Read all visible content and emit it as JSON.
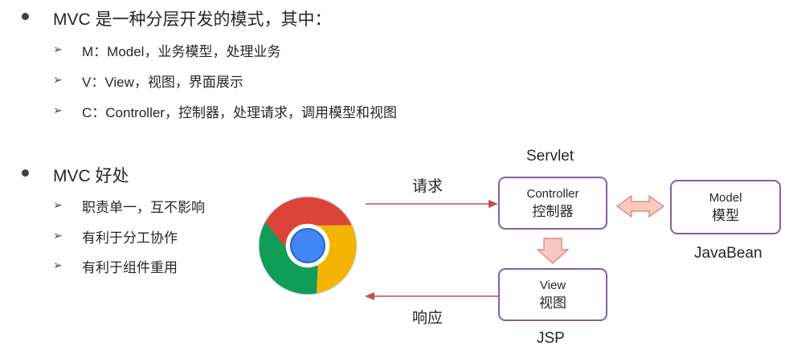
{
  "section1": {
    "title": "MVC 是一种分层开发的模式，其中：",
    "items": [
      "M：Model，业务模型，处理业务",
      "V：View，视图，界面展示",
      "C：Controller，控制器，处理请求，调用模型和视图"
    ]
  },
  "section2": {
    "title": "MVC 好处",
    "items": [
      "职责单一，互不影响",
      "有利于分工协作",
      "有利于组件重用"
    ]
  },
  "diagram": {
    "servlet_label": "Servlet",
    "controller": {
      "line1": "Controller",
      "line2": "控制器"
    },
    "model": {
      "line1": "Model",
      "line2": "模型"
    },
    "view": {
      "line1": "View",
      "line2": "视图"
    },
    "javabean_label": "JavaBean",
    "jsp_label": "JSP",
    "request_label": "请求",
    "response_label": "响应"
  },
  "icons": {
    "browser": "chrome-browser-icon",
    "bullet_arrow": "➢"
  },
  "colors": {
    "box_border": "#8064a2",
    "arrow_line": "#c0504d",
    "arrow_fill": "#f8c8c3"
  }
}
